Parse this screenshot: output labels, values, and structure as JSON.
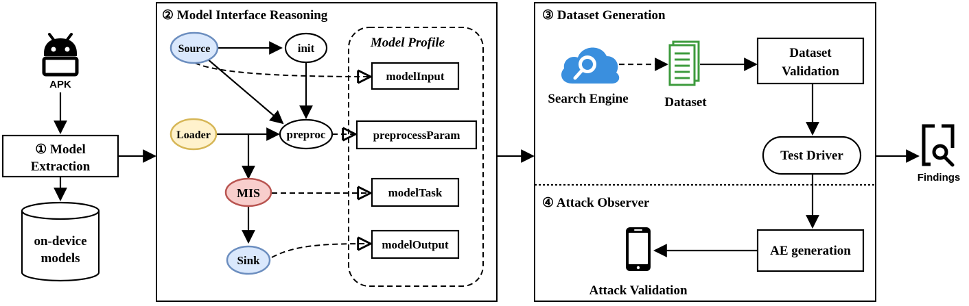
{
  "apk": {
    "label": "APK"
  },
  "extraction": {
    "line1": "① Model",
    "line2": "Extraction"
  },
  "models_db": {
    "line1": "on-device",
    "line2": "models"
  },
  "reasoning": {
    "title": "② Model Interface Reasoning",
    "nodes": {
      "source": "Source",
      "init": "init",
      "loader": "Loader",
      "preproc": "preproc",
      "mis": "MIS",
      "sink": "Sink"
    },
    "profile": {
      "title": "Model Profile",
      "items": [
        "modelInput",
        "preprocessParam",
        "modelTask",
        "modelOutput"
      ]
    }
  },
  "generation": {
    "title": "③ Dataset Generation",
    "search_engine": "Search Engine",
    "dataset": "Dataset",
    "validation_line1": "Dataset",
    "validation_line2": "Validation",
    "test_driver": "Test Driver"
  },
  "observer": {
    "title": "④ Attack Observer",
    "ae_generation": "AE generation",
    "attack_validation": "Attack Validation"
  },
  "findings": {
    "label": "Findings"
  },
  "colors": {
    "source_fill": "#dae8fc",
    "source_stroke": "#6c8ebf",
    "loader_fill": "#fff2cc",
    "loader_stroke": "#d6b656",
    "mis_fill": "#f8cecc",
    "mis_stroke": "#b85450",
    "search_blue": "#3a8fde",
    "dataset_green": "#3d9b3d"
  }
}
